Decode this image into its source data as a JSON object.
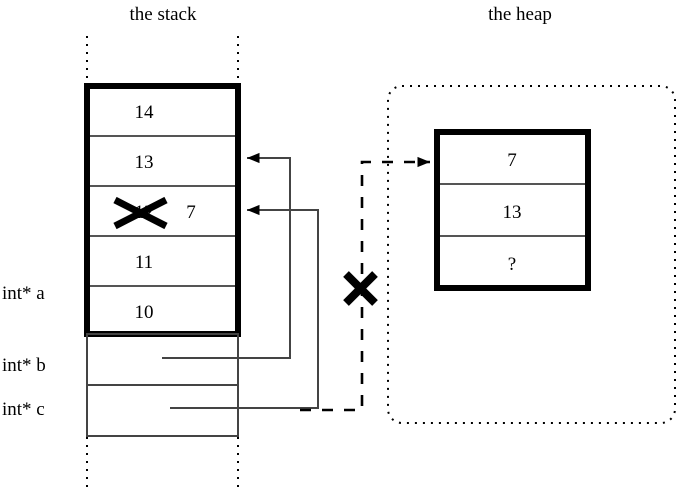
{
  "diagram": {
    "title_stack": "the stack",
    "title_heap": "the heap",
    "stack": {
      "frame_cells": [
        {
          "id": "cell-14",
          "value": "14"
        },
        {
          "id": "cell-13",
          "value": "13"
        },
        {
          "id": "cell-12-struck",
          "value": "12",
          "struck": true,
          "new_value": "7"
        },
        {
          "id": "cell-11",
          "value": "11"
        },
        {
          "id": "cell-10",
          "value": "10"
        }
      ],
      "pointer_cells": [
        {
          "id": "cell-a",
          "label": "int* a",
          "value": ""
        },
        {
          "id": "cell-b",
          "label": "int* b",
          "value": ""
        },
        {
          "id": "cell-c",
          "label": "int* c",
          "value": ""
        }
      ],
      "labels": [
        "int* a",
        "int* b",
        "int* c"
      ]
    },
    "heap": {
      "cells": [
        {
          "id": "heap-cell-7",
          "value": "7"
        },
        {
          "id": "heap-cell-13",
          "value": "13"
        },
        {
          "id": "heap-cell-unknown",
          "value": "?"
        }
      ]
    },
    "annotations": {
      "struck_value": "12",
      "replacement_value": "7",
      "invalid_pointer_mark": "X",
      "unknown_value": "?"
    },
    "colors": {
      "ink": "#000000",
      "background": "#ffffff",
      "thin_line": "#444444"
    }
  }
}
